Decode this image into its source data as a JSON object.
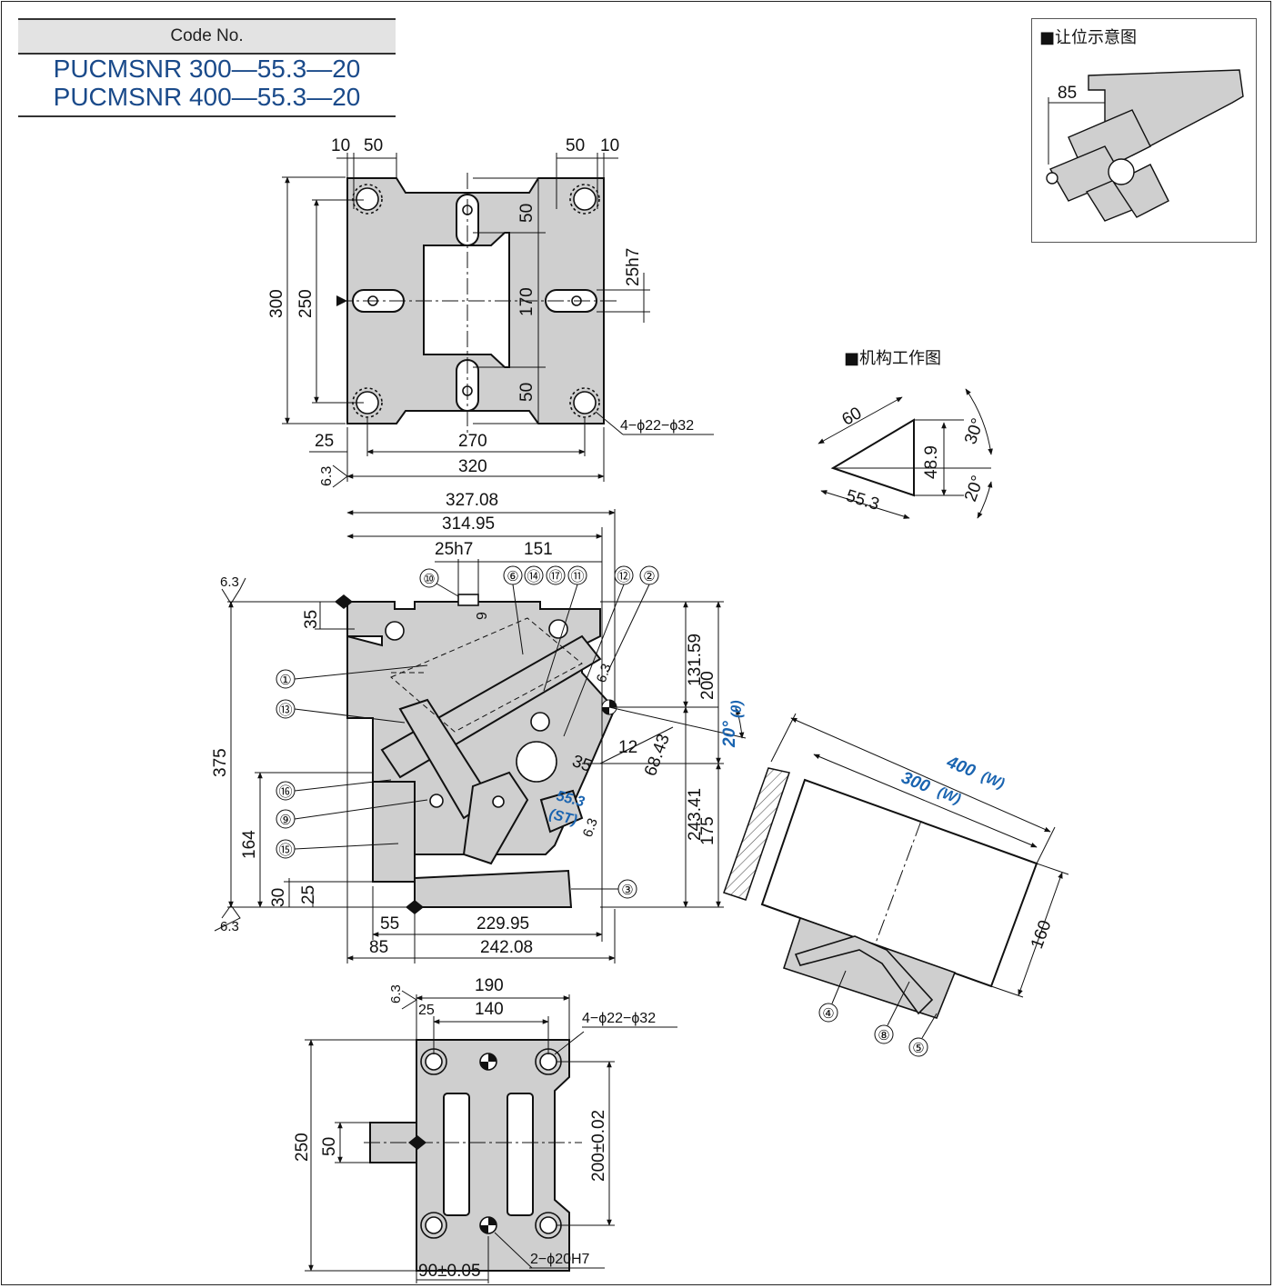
{
  "code_table": {
    "header": "Code No.",
    "codes": [
      "PUCMSNR 300—55.3—20",
      "PUCMSNR 400—55.3—20"
    ]
  },
  "inset": {
    "title": "■让位示意图",
    "dim": "85"
  },
  "mechanism": {
    "title": "■机构工作图",
    "dims": {
      "side_a": "60",
      "side_b": "48.9",
      "side_c": "55.3",
      "angle_1": "30°",
      "angle_2": "20°"
    }
  },
  "top_view": {
    "dims": {
      "left_10": "10",
      "left_50": "50",
      "right_50": "50",
      "right_10": "10",
      "h300": "300",
      "h250": "250",
      "slot_50a": "50",
      "slot_170": "170",
      "slot_50b": "50",
      "slot_25h7": "25h7",
      "d25": "25",
      "d270": "270",
      "d320": "320",
      "holes": "4−ϕ22−ϕ32",
      "rough": "6.3"
    }
  },
  "front_view": {
    "dims": {
      "w327": "327.08",
      "w314": "314.95",
      "key": "25h7",
      "w151": "151",
      "d9": "9",
      "d35": "35",
      "h375": "375",
      "h164": "164",
      "h30": "30",
      "h25": "25",
      "h131": "131.59",
      "h200": "200",
      "h243": "243.41",
      "h175": "175",
      "d12": "12",
      "d68": "68.43",
      "d35b": "35",
      "st_val": "55.3",
      "st": "(ST)",
      "angle": "20°",
      "theta": "(θ)",
      "b55": "55",
      "b229": "229.95",
      "b85": "85",
      "b242": "242.08",
      "rough_top": "6.3",
      "rough_bottom": "6.3",
      "rough_r1": "6.3",
      "rough_r2": "6.3"
    },
    "callouts": [
      "①",
      "⑬",
      "⑯",
      "⑨",
      "⑮",
      "⑩",
      "⑥",
      "⑭",
      "⑰",
      "⑪",
      "⑫",
      "②",
      "③"
    ]
  },
  "workpiece": {
    "w400": "400",
    "w300": "300",
    "w_unit": "(W)",
    "h160": "160",
    "callouts": [
      "④",
      "⑧",
      "⑤"
    ]
  },
  "bottom_view": {
    "dims": {
      "w190": "190",
      "w140": "140",
      "d25": "25",
      "holes": "4−ϕ22−ϕ32",
      "h250": "250",
      "h50": "50",
      "h200": "200±0.02",
      "d90": "90±0.05",
      "pins": "2−ϕ20H7",
      "rough": "6.3"
    }
  },
  "colors": {
    "part_fill": "#cfcfcf",
    "line": "#111111",
    "accent": "#1a64b0",
    "header_bg": "#e3e3e3"
  }
}
